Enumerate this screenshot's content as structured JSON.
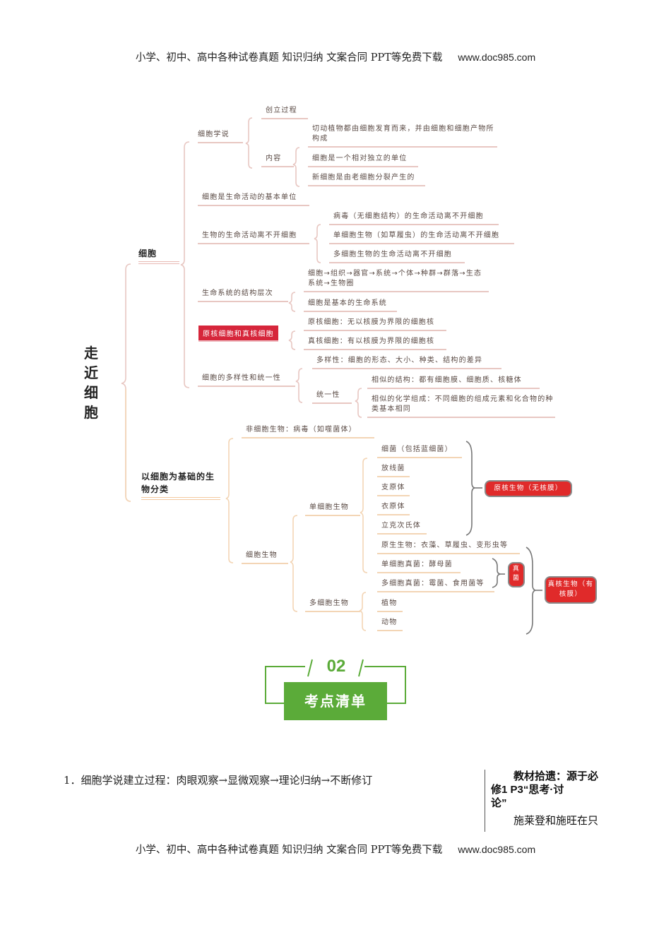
{
  "header": {
    "text": "小学、初中、高中各种试卷真题  知识归纳  文案合同  PPT等免费下载",
    "url": "www.doc985.com"
  },
  "footer": {
    "text": "小学、初中、高中各种试卷真题  知识归纳  文案合同  PPT等免费下载",
    "url": "www.doc985.com"
  },
  "mindmap": {
    "root": "走近细胞",
    "branch_cell": {
      "label": "细胞",
      "cell_theory": {
        "label": "细胞学说",
        "process": "创立过程",
        "content": {
          "label": "内容",
          "items": [
            "切动植物都由细胞发育而来，并由细胞和细胞产物所构成",
            "细胞是一个相对独立的单位",
            "新细胞是由老细胞分裂产生的"
          ]
        }
      },
      "basic_unit": "细胞是生命活动的基本单位",
      "life_depends": {
        "label": "生物的生命活动离不开细胞",
        "items": [
          "病毒（无细胞结构）的生命活动离不开细胞",
          "单细胞生物（如草履虫）的生命活动离不开细胞",
          "多细胞生物的生命活动离不开细胞"
        ]
      },
      "hierarchy": {
        "label": "生命系统的结构层次",
        "items": [
          "细胞→组织→器官→系统→个体→种群→群落→生态系统→生物圈",
          "细胞是基本的生命系统"
        ]
      },
      "pro_eu": {
        "label": "原核细胞和真核细胞",
        "items": [
          "原核细胞：无以核膜为界限的细胞核",
          "真核细胞：有以核膜为界限的细胞核"
        ]
      },
      "diversity": {
        "label": "细胞的多样性和统一性",
        "variety": "多样性：细胞的形态、大小、种类、结构的差异",
        "unity": {
          "label": "统一性",
          "items": [
            "相似的结构：都有细胞膜、细胞质、核糖体",
            "相似的化学组成：不同细胞的组成元素和化合物的种类基本相同"
          ]
        }
      }
    },
    "branch_class": {
      "label": "以细胞为基础的生物分类",
      "noncell": "非细胞生物：病毒（如噬菌体）",
      "cellular": {
        "label": "细胞生物",
        "unicellular": {
          "label": "单细胞生物",
          "items": [
            "细菌（包括蓝细菌）",
            "放线菌",
            "支原体",
            "衣原体",
            "立克次氏体",
            "原生生物：衣藻、草履虫、变形虫等",
            "单细胞真菌：酵母菌"
          ]
        },
        "multicellular": {
          "label": "多细胞生物",
          "items": [
            "多细胞真菌：霉菌、食用菌等",
            "植物",
            "动物"
          ]
        }
      },
      "prokaryote_tag": "原核生物（无核膜）",
      "fungi_tag": "真菌",
      "eukaryote_tag": "真核生物（有核膜）"
    }
  },
  "section": {
    "number": "02",
    "title": "考点清单"
  },
  "content": {
    "item1": "1．细胞学说建立过程：肉眼观察→显微观察→理论归纳→不断修订",
    "side_note_title_1": "教材拾遗：源于必",
    "side_note_title_2": "修1 P3“思考·讨",
    "side_note_title_3": "论”",
    "side_note_text": "施莱登和施旺在只"
  },
  "colors": {
    "pink_line": "#e8c7c2",
    "orange_line": "#f3d5b5",
    "red_tag": "#d6263b",
    "green": "#5bab39"
  }
}
